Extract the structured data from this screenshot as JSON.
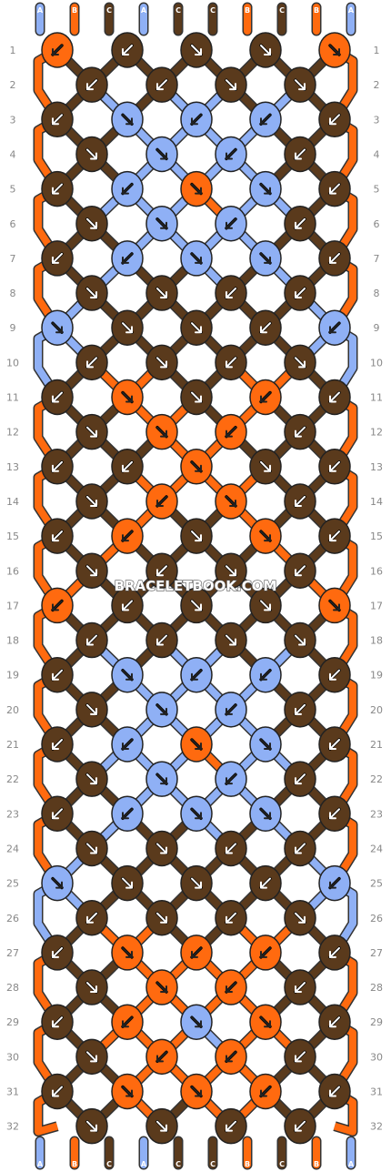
{
  "watermark": "BRACELETBOOK.COM",
  "colors": {
    "A": "#8fb0f5",
    "B": "#ff6a0f",
    "C": "#5a3a1c"
  },
  "strings": [
    "A",
    "B",
    "C",
    "A",
    "C",
    "C",
    "B",
    "C",
    "B",
    "A"
  ],
  "rows": [
    {
      "label": "1",
      "knots": [
        {
          "c": "B",
          "d": "sw"
        },
        {
          "c": "C",
          "d": "sw"
        },
        {
          "c": "C",
          "d": "se"
        },
        {
          "c": "C",
          "d": "se"
        },
        {
          "c": "B",
          "d": "se"
        }
      ]
    },
    {
      "label": "2",
      "knots": [
        {
          "c": "C",
          "d": "sw"
        },
        {
          "c": "C",
          "d": "sw"
        },
        {
          "c": "C",
          "d": "se"
        },
        {
          "c": "C",
          "d": "se"
        }
      ]
    },
    {
      "label": "3",
      "knots": [
        {
          "c": "C",
          "d": "sw"
        },
        {
          "c": "A",
          "d": "se"
        },
        {
          "c": "A",
          "d": "sw"
        },
        {
          "c": "A",
          "d": "sw"
        },
        {
          "c": "C",
          "d": "sw"
        }
      ]
    },
    {
      "label": "4",
      "knots": [
        {
          "c": "C",
          "d": "se"
        },
        {
          "c": "A",
          "d": "se"
        },
        {
          "c": "A",
          "d": "sw"
        },
        {
          "c": "C",
          "d": "sw"
        }
      ]
    },
    {
      "label": "5",
      "knots": [
        {
          "c": "C",
          "d": "sw"
        },
        {
          "c": "A",
          "d": "sw"
        },
        {
          "c": "B",
          "d": "se"
        },
        {
          "c": "A",
          "d": "se"
        },
        {
          "c": "C",
          "d": "sw"
        }
      ]
    },
    {
      "label": "6",
      "knots": [
        {
          "c": "C",
          "d": "se"
        },
        {
          "c": "A",
          "d": "se"
        },
        {
          "c": "A",
          "d": "sw"
        },
        {
          "c": "C",
          "d": "sw"
        }
      ]
    },
    {
      "label": "7",
      "knots": [
        {
          "c": "C",
          "d": "sw"
        },
        {
          "c": "A",
          "d": "sw"
        },
        {
          "c": "A",
          "d": "se"
        },
        {
          "c": "A",
          "d": "se"
        },
        {
          "c": "C",
          "d": "sw"
        }
      ]
    },
    {
      "label": "8",
      "knots": [
        {
          "c": "C",
          "d": "se"
        },
        {
          "c": "C",
          "d": "se"
        },
        {
          "c": "C",
          "d": "sw"
        },
        {
          "c": "C",
          "d": "sw"
        }
      ]
    },
    {
      "label": "9",
      "knots": [
        {
          "c": "A",
          "d": "se"
        },
        {
          "c": "C",
          "d": "se"
        },
        {
          "c": "C",
          "d": "se"
        },
        {
          "c": "C",
          "d": "sw"
        },
        {
          "c": "A",
          "d": "sw"
        }
      ]
    },
    {
      "label": "10",
      "knots": [
        {
          "c": "C",
          "d": "sw"
        },
        {
          "c": "C",
          "d": "se"
        },
        {
          "c": "C",
          "d": "sw"
        },
        {
          "c": "C",
          "d": "se"
        }
      ]
    },
    {
      "label": "11",
      "knots": [
        {
          "c": "C",
          "d": "sw"
        },
        {
          "c": "B",
          "d": "se"
        },
        {
          "c": "C",
          "d": "se"
        },
        {
          "c": "B",
          "d": "sw"
        },
        {
          "c": "C",
          "d": "sw"
        }
      ]
    },
    {
      "label": "12",
      "knots": [
        {
          "c": "C",
          "d": "se"
        },
        {
          "c": "B",
          "d": "se"
        },
        {
          "c": "B",
          "d": "sw"
        },
        {
          "c": "C",
          "d": "sw"
        }
      ]
    },
    {
      "label": "13",
      "knots": [
        {
          "c": "C",
          "d": "sw"
        },
        {
          "c": "C",
          "d": "sw"
        },
        {
          "c": "B",
          "d": "se"
        },
        {
          "c": "C",
          "d": "se"
        },
        {
          "c": "C",
          "d": "sw"
        }
      ]
    },
    {
      "label": "14",
      "knots": [
        {
          "c": "C",
          "d": "se"
        },
        {
          "c": "B",
          "d": "sw"
        },
        {
          "c": "B",
          "d": "se"
        },
        {
          "c": "C",
          "d": "sw"
        }
      ]
    },
    {
      "label": "15",
      "knots": [
        {
          "c": "C",
          "d": "sw"
        },
        {
          "c": "B",
          "d": "sw"
        },
        {
          "c": "C",
          "d": "se"
        },
        {
          "c": "B",
          "d": "se"
        },
        {
          "c": "C",
          "d": "sw"
        }
      ]
    },
    {
      "label": "16",
      "knots": [
        {
          "c": "C",
          "d": "se"
        },
        {
          "c": "C",
          "d": "sw"
        },
        {
          "c": "C",
          "d": "se"
        },
        {
          "c": "C",
          "d": "sw"
        }
      ]
    },
    {
      "label": "17",
      "knots": [
        {
          "c": "B",
          "d": "sw"
        },
        {
          "c": "C",
          "d": "sw"
        },
        {
          "c": "C",
          "d": "se"
        },
        {
          "c": "C",
          "d": "se"
        },
        {
          "c": "B",
          "d": "se"
        }
      ]
    },
    {
      "label": "18",
      "knots": [
        {
          "c": "C",
          "d": "sw"
        },
        {
          "c": "C",
          "d": "sw"
        },
        {
          "c": "C",
          "d": "se"
        },
        {
          "c": "C",
          "d": "se"
        }
      ]
    },
    {
      "label": "19",
      "knots": [
        {
          "c": "C",
          "d": "sw"
        },
        {
          "c": "A",
          "d": "se"
        },
        {
          "c": "A",
          "d": "sw"
        },
        {
          "c": "A",
          "d": "sw"
        },
        {
          "c": "C",
          "d": "sw"
        }
      ]
    },
    {
      "label": "20",
      "knots": [
        {
          "c": "C",
          "d": "se"
        },
        {
          "c": "A",
          "d": "se"
        },
        {
          "c": "A",
          "d": "sw"
        },
        {
          "c": "C",
          "d": "sw"
        }
      ]
    },
    {
      "label": "21",
      "knots": [
        {
          "c": "C",
          "d": "sw"
        },
        {
          "c": "A",
          "d": "sw"
        },
        {
          "c": "B",
          "d": "se"
        },
        {
          "c": "A",
          "d": "se"
        },
        {
          "c": "C",
          "d": "sw"
        }
      ]
    },
    {
      "label": "22",
      "knots": [
        {
          "c": "C",
          "d": "se"
        },
        {
          "c": "A",
          "d": "se"
        },
        {
          "c": "A",
          "d": "sw"
        },
        {
          "c": "C",
          "d": "sw"
        }
      ]
    },
    {
      "label": "23",
      "knots": [
        {
          "c": "C",
          "d": "sw"
        },
        {
          "c": "A",
          "d": "sw"
        },
        {
          "c": "A",
          "d": "se"
        },
        {
          "c": "A",
          "d": "se"
        },
        {
          "c": "C",
          "d": "sw"
        }
      ]
    },
    {
      "label": "24",
      "knots": [
        {
          "c": "C",
          "d": "se"
        },
        {
          "c": "C",
          "d": "se"
        },
        {
          "c": "C",
          "d": "sw"
        },
        {
          "c": "C",
          "d": "sw"
        }
      ]
    },
    {
      "label": "25",
      "knots": [
        {
          "c": "A",
          "d": "se"
        },
        {
          "c": "C",
          "d": "se"
        },
        {
          "c": "C",
          "d": "se"
        },
        {
          "c": "C",
          "d": "sw"
        },
        {
          "c": "A",
          "d": "sw"
        }
      ]
    },
    {
      "label": "26",
      "knots": [
        {
          "c": "C",
          "d": "sw"
        },
        {
          "c": "C",
          "d": "se"
        },
        {
          "c": "C",
          "d": "sw"
        },
        {
          "c": "C",
          "d": "se"
        }
      ]
    },
    {
      "label": "27",
      "knots": [
        {
          "c": "C",
          "d": "sw"
        },
        {
          "c": "B",
          "d": "se"
        },
        {
          "c": "B",
          "d": "sw"
        },
        {
          "c": "B",
          "d": "sw"
        },
        {
          "c": "C",
          "d": "sw"
        }
      ]
    },
    {
      "label": "28",
      "knots": [
        {
          "c": "C",
          "d": "se"
        },
        {
          "c": "B",
          "d": "se"
        },
        {
          "c": "B",
          "d": "sw"
        },
        {
          "c": "C",
          "d": "sw"
        }
      ]
    },
    {
      "label": "29",
      "knots": [
        {
          "c": "C",
          "d": "sw"
        },
        {
          "c": "B",
          "d": "sw"
        },
        {
          "c": "A",
          "d": "se"
        },
        {
          "c": "B",
          "d": "se"
        },
        {
          "c": "C",
          "d": "sw"
        }
      ]
    },
    {
      "label": "30",
      "knots": [
        {
          "c": "C",
          "d": "se"
        },
        {
          "c": "B",
          "d": "sw"
        },
        {
          "c": "B",
          "d": "sw"
        },
        {
          "c": "C",
          "d": "sw"
        }
      ]
    },
    {
      "label": "31",
      "knots": [
        {
          "c": "C",
          "d": "sw"
        },
        {
          "c": "B",
          "d": "se"
        },
        {
          "c": "B",
          "d": "se"
        },
        {
          "c": "B",
          "d": "sw"
        },
        {
          "c": "C",
          "d": "sw"
        }
      ]
    },
    {
      "label": "32",
      "knots": [
        {
          "c": "C",
          "d": "se"
        },
        {
          "c": "C",
          "d": "se"
        },
        {
          "c": "C",
          "d": "sw"
        },
        {
          "c": "C",
          "d": "sw"
        }
      ]
    }
  ]
}
